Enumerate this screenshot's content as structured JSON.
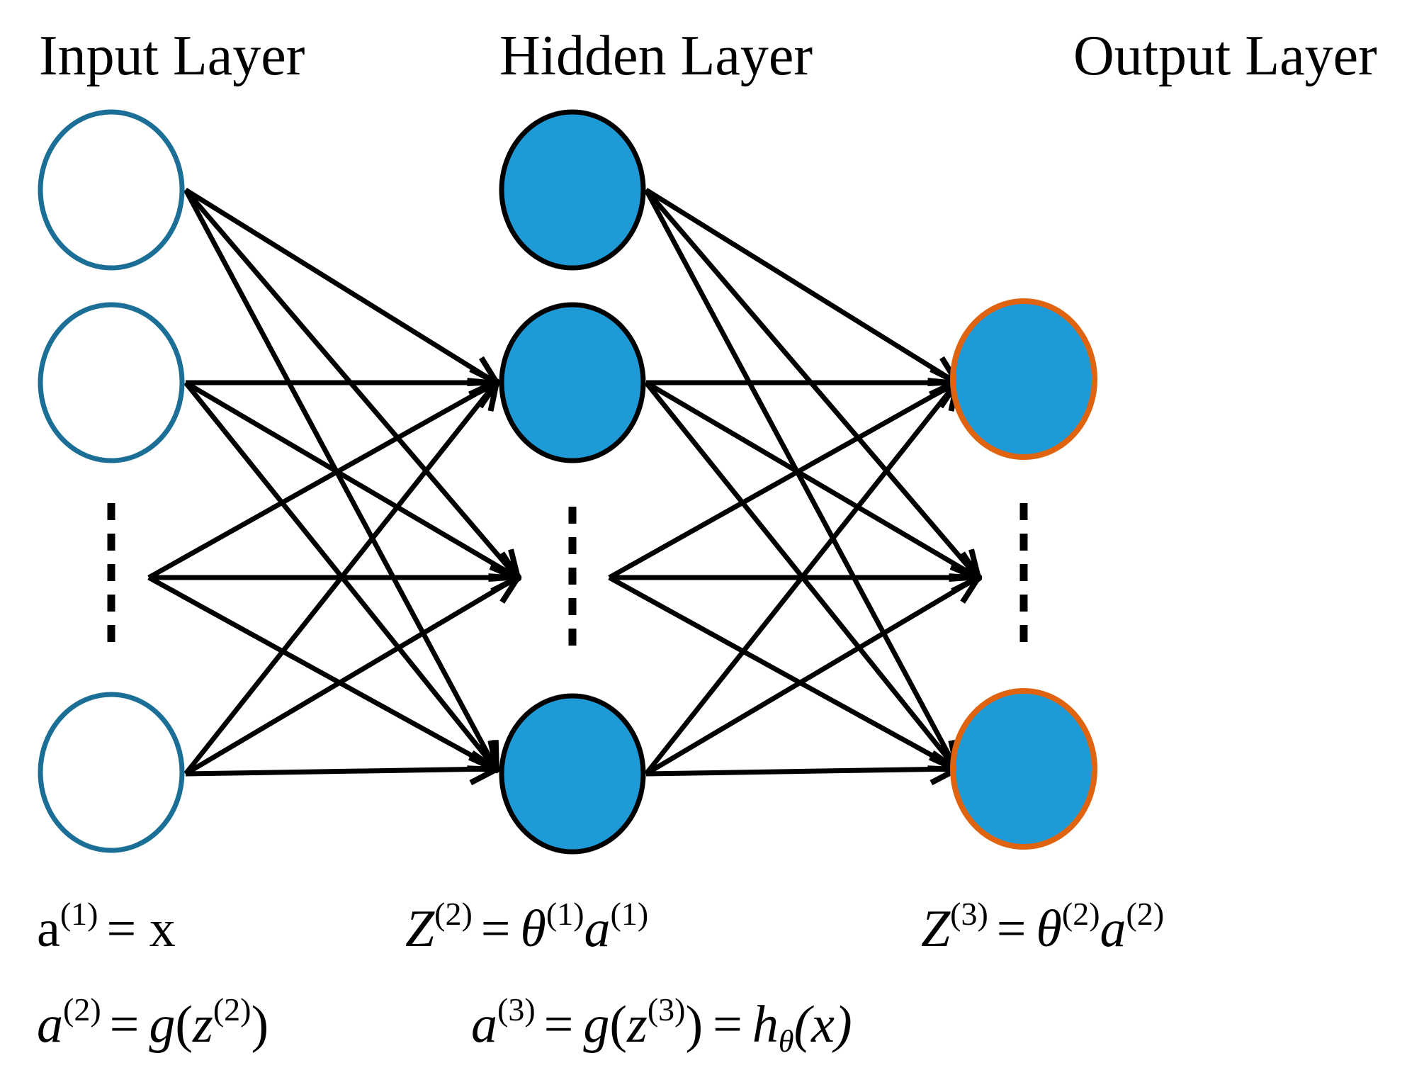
{
  "layers": [
    {
      "title": "Input Layer",
      "node_fill": "#ffffff",
      "node_stroke": "#1b6f96"
    },
    {
      "title": "Hidden Layer",
      "node_fill": "#1e9ad6",
      "node_stroke": "#000000"
    },
    {
      "title": "Output Layer",
      "node_fill": "#1e9ad6",
      "node_stroke": "#e0640f"
    }
  ],
  "equations": {
    "a1": {
      "base": "a",
      "sup": "(1)",
      "rhs": "= x"
    },
    "z2": {
      "base": "Z",
      "sup": "(2)",
      "eq": "=",
      "theta": "θ",
      "theta_sup": "(1)",
      "a": "a",
      "a_sup": "(1)"
    },
    "z3": {
      "base": "Z",
      "sup": "(3)",
      "eq": "=",
      "theta": "θ",
      "theta_sup": "(2)",
      "a": "a",
      "a_sup": "(2)"
    },
    "a2": {
      "base": "a",
      "sup": "(2)",
      "eq": "=",
      "g": "g",
      "open": "(",
      "z": "z",
      "z_sup": "(2)",
      "close": ")"
    },
    "a3": {
      "base": "a",
      "sup": "(3)",
      "eq": "=",
      "g": "g",
      "open": "(",
      "z": "z",
      "z_sup": "(3)",
      "close": ")",
      "eq2": "=",
      "h": "h",
      "h_sub": "θ",
      "x": "(x)"
    }
  }
}
